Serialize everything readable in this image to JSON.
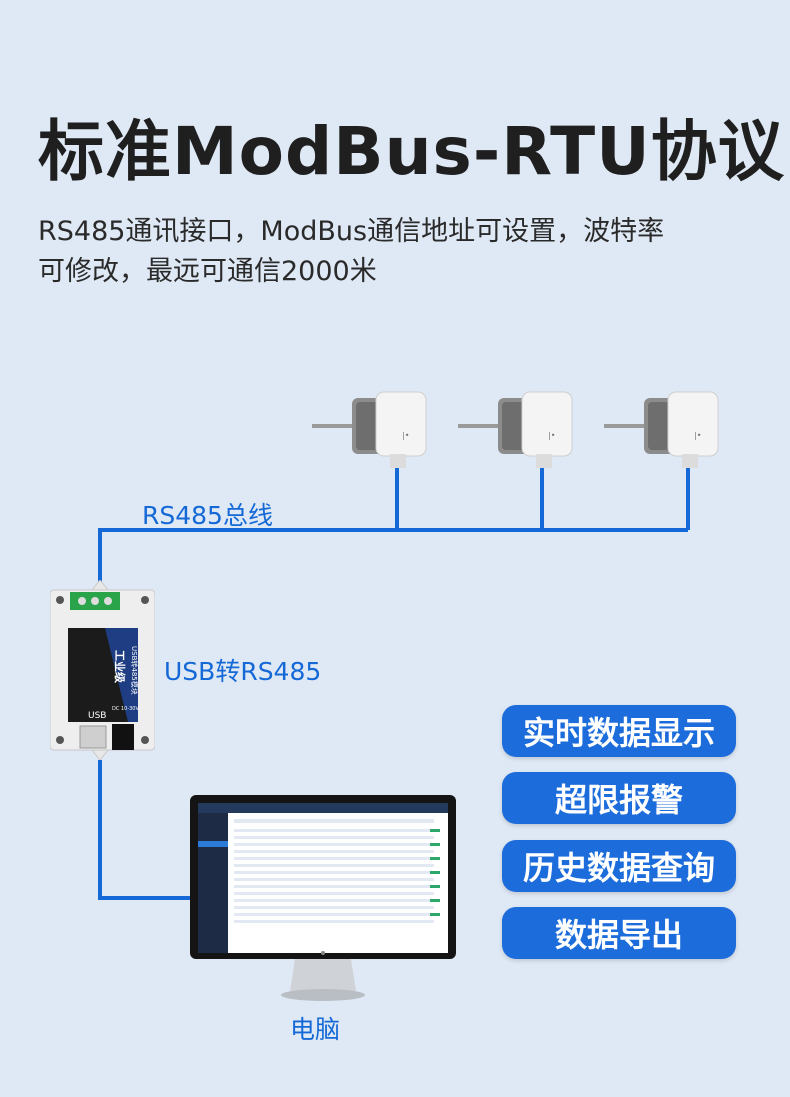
{
  "headline": "标准ModBus-RTU协议",
  "description": {
    "line1": "RS485通讯接口，ModBus通信地址可设置，波特率",
    "line2": "可修改，最远可通信2000米"
  },
  "diagram": {
    "bus_label": "RS485总线",
    "converter_label": "USB转RS485",
    "computer_label": "电脑",
    "converter_device": {
      "title": "工业级",
      "subtitle": "USB转485模块",
      "port_label": "USB",
      "power_label": "DC 10-30V"
    },
    "line_color": "#1569d6"
  },
  "features": [
    {
      "label": "实时数据显示"
    },
    {
      "label": "超限报警"
    },
    {
      "label": "历史数据查询"
    },
    {
      "label": "数据导出"
    }
  ],
  "colors": {
    "background": "#dfe9f5",
    "accent": "#1c6cdb"
  }
}
